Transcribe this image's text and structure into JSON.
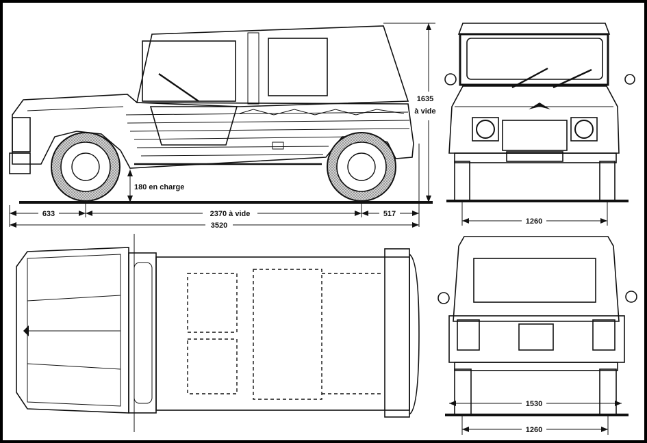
{
  "dimensions": {
    "height": "1635",
    "height_note": "à vide",
    "ground_clearance": "180 en charge",
    "front_overhang": "633",
    "wheelbase": "2370 à vide",
    "rear_overhang": "517",
    "overall_length": "3520",
    "front_track": "1260",
    "overall_width": "1530",
    "rear_track": "1260"
  },
  "colors": {
    "ink": "#111111",
    "paper": "#ffffff",
    "canvas_grey": "#9a9a9a",
    "frame": "#000000"
  }
}
